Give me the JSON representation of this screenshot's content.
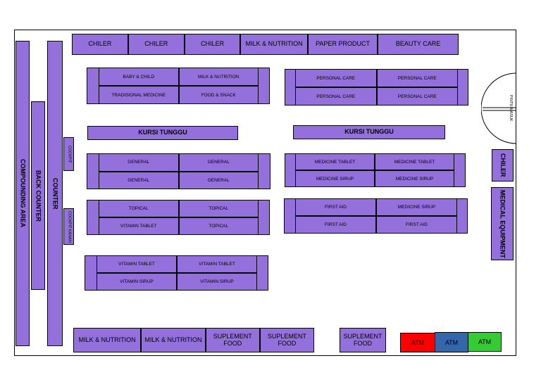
{
  "top_row": [
    "CHILER",
    "CHILER",
    "CHILER",
    "MILK & NUTRITION",
    "PAPER PRODUCT",
    "BEAUTY CARE"
  ],
  "left_columns": {
    "compounding": "COMPOUNDING AREA",
    "back_counter": "BACK COUNTER",
    "counter": "COUNTER"
  },
  "small_boxes": [
    "COCKPIT",
    "COCKPIT KANAN"
  ],
  "shelf_a": {
    "r1": [
      "BABY & CHILD",
      "MILK & NUTRITION"
    ],
    "r2": [
      "TRADISIONAL MEDICINE",
      "FOOD & SNACK"
    ]
  },
  "shelf_b": {
    "r1": [
      "PERSONAL CARE",
      "PERSONAL CARE"
    ],
    "r2": [
      "PERSONAL CARE",
      "PERSONAL CARE"
    ]
  },
  "kursi": [
    "KURSI TUNGGU",
    "KURSI TUNGGU"
  ],
  "shelf_c": {
    "r1": [
      "GENERAL",
      "GENERAL"
    ],
    "r2": [
      "GENERAL",
      "GENERAL"
    ]
  },
  "shelf_d": {
    "r1": [
      "MEDICINE TABLET",
      "MEDICINE TABLET"
    ],
    "r2": [
      "MEDICINE SIRUP",
      "MEDICINE SIRUP"
    ]
  },
  "shelf_e": {
    "r1": [
      "TOPICAL",
      "TOPICAL"
    ],
    "r2": [
      "VITAMIN TABLET",
      "TOPICAL"
    ]
  },
  "shelf_f": {
    "r1": [
      "FIRST AID",
      "MEDICINE SIRUP"
    ],
    "r2": [
      "FIRST AID",
      "FIRST AID"
    ]
  },
  "shelf_g": {
    "r1": [
      "VITAMIN TABLET",
      "VITAMIN TABLET"
    ],
    "r2": [
      "VITAMIN SIRUP",
      "VITAMIN SIRUP"
    ]
  },
  "right_side": {
    "chiler": "CHILER",
    "medical": "MEDICAL EQUIPMENT",
    "door": "PINTU MASUK"
  },
  "bottom_row": [
    "MILK & NUTRITION",
    "MILK & NUTRITION",
    "SUPLEMENT FOOD",
    "SUPLEMENT FOOD"
  ],
  "bottom_single": "SUPLEMENT FOOD",
  "atm": [
    {
      "label": "ATM",
      "color": "#ff0000"
    },
    {
      "label": "ATM",
      "color": "#3366aa"
    },
    {
      "label": "ATM",
      "color": "#33cc33"
    }
  ]
}
